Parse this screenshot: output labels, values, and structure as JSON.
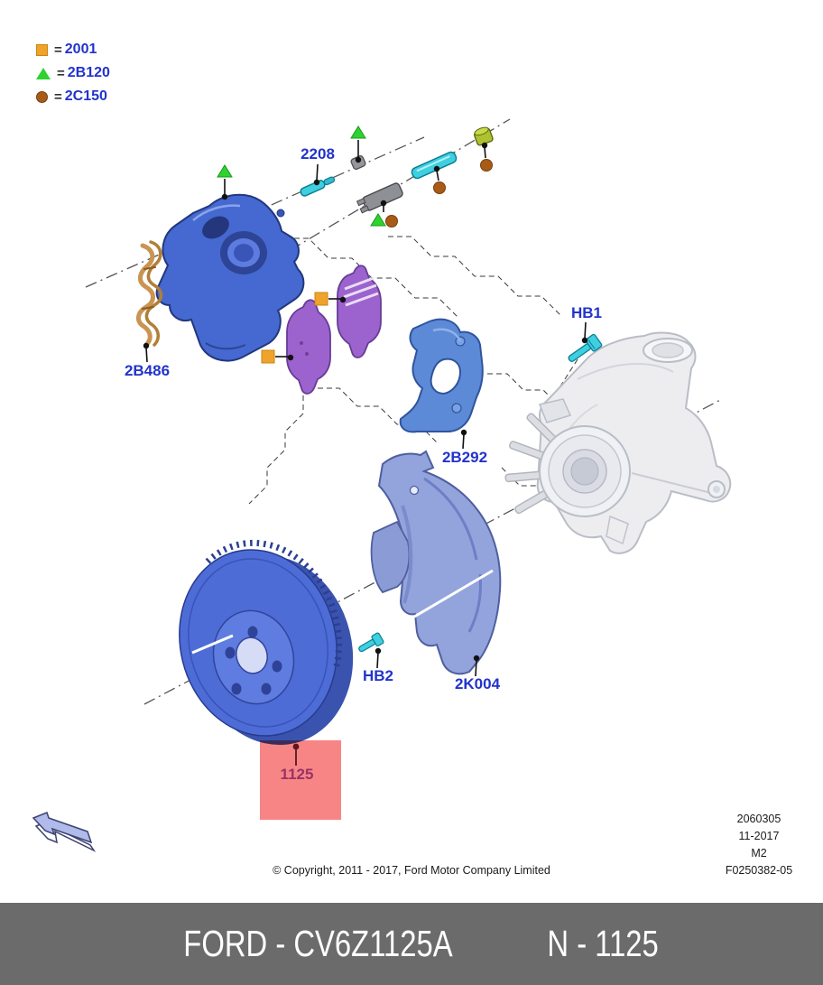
{
  "legend": {
    "items": [
      {
        "marker": "square",
        "eq": "=",
        "code": "2001"
      },
      {
        "marker": "triangle",
        "eq": "=",
        "code": "2B120"
      },
      {
        "marker": "circle",
        "eq": "=",
        "code": "2C150"
      }
    ]
  },
  "callouts": {
    "guide_pin": "2208",
    "spring_clip": "2B486",
    "hub_bolt_1": "HB1",
    "caliper_bracket": "2B292",
    "hub_bolt_2": "HB2",
    "splash_shield": "2K004",
    "brake_disc": "1125"
  },
  "doc_info": {
    "line1": "2060305",
    "line2": "11-2017",
    "line3": "M2",
    "line4": "F0250382-05"
  },
  "copyright": "© Copyright, 2011 - 2017, Ford Motor Company Limited",
  "footer": {
    "brand_part": "FORD - CV6Z1125A",
    "catalog_number": "N - 1125"
  },
  "colors": {
    "label_blue": "#2233cc",
    "highlight_fill": "#f88585",
    "highlight_text": "#993366",
    "footer_bg": "#6b6b6b",
    "marker_square": "#f0a32a",
    "marker_triangle": "#2fd32f",
    "marker_circle": "#a85b17",
    "part_blue": "#4d6cd6",
    "part_cyan": "#3ecfe0"
  }
}
